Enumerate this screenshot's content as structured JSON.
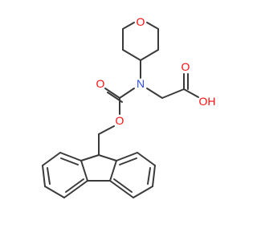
{
  "molecule": {
    "atom_labels": {
      "ring_oxygen": "O",
      "nitrogen": "N",
      "carbonyl_oxygen": "O",
      "acid_carbonyl_oxygen": "O",
      "hydroxyl": "OH",
      "ester_oxygen": "O"
    }
  },
  "colors": {
    "bond": "#3a3a3a",
    "oxygen": "#ff0d0d",
    "nitrogen": "#3050f8",
    "background": "#ffffff"
  }
}
